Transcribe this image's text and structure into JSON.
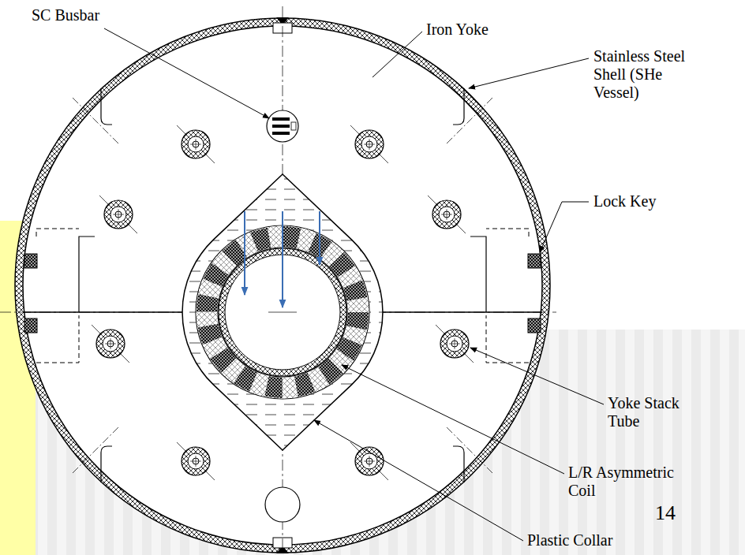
{
  "diagram": {
    "labels": [
      "SC Busbar",
      "Iron Yoke",
      "Stainless Steel Shell (SHe Vessel)",
      "Lock Key",
      "Yoke Stack Tube",
      "L/R Asymmetric Coil",
      "14",
      "Plastic Collar"
    ]
  }
}
